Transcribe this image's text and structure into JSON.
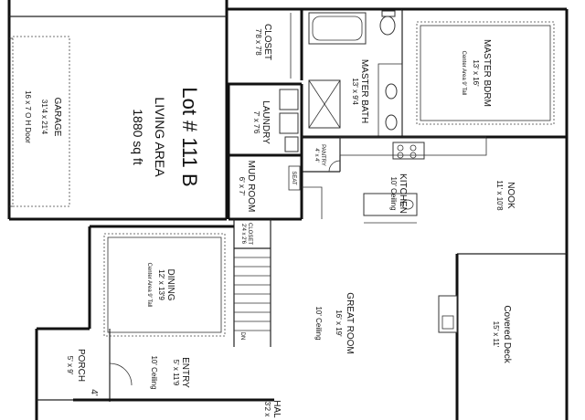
{
  "title": {
    "lot": "Lot # 111 B",
    "living_area": "LIVING AREA",
    "sqft": "1880 sq ft"
  },
  "rooms": {
    "garage": {
      "name": "GARAGE",
      "size": "31'4 x 21'4",
      "door": "16 x 7 O H Door"
    },
    "closet": {
      "name": "CLOSET",
      "size": "7'8 x 7'8"
    },
    "master_bath": {
      "name": "MASTER BATH",
      "size": "13' x 9'4"
    },
    "master_bdrm": {
      "name": "MASTER BDRM",
      "size": "13' x 16'",
      "note": "Center Area 9' Tall"
    },
    "laundry": {
      "name": "LAUNDRY",
      "size": "7' x 7'6"
    },
    "pantry": {
      "name": "PANTRY",
      "size": "4' x 4'"
    },
    "seat": {
      "name": "SEAT"
    },
    "mud_room": {
      "name": "MUD ROOM",
      "size": "6' x 7'"
    },
    "kitchen": {
      "name": "KITCHEN",
      "note": "10' Ceiling"
    },
    "nook": {
      "name": "NOOK",
      "size": "11' x 10'8"
    },
    "closet_small": {
      "name": "CLOSET",
      "size": "2'4 x 2'6"
    },
    "dining": {
      "name": "DINING",
      "size": "12' x 13'9",
      "note": "Center Area 9' Tall"
    },
    "great_room": {
      "name": "GREAT ROOM",
      "size": "16' x 19'",
      "note": "10' Ceiling"
    },
    "covered_deck": {
      "name": "Covered Deck",
      "size": "15' x 11'"
    },
    "entry": {
      "name": "ENTRY",
      "size": "5' x 11'9",
      "note": "10' Ceiling"
    },
    "porch": {
      "name": "PORCH",
      "size": "5' x 9'",
      "extra": "4'"
    },
    "hall": {
      "name": "HAL",
      "size": "3'2 x"
    },
    "stair": {
      "label": "DN"
    }
  }
}
